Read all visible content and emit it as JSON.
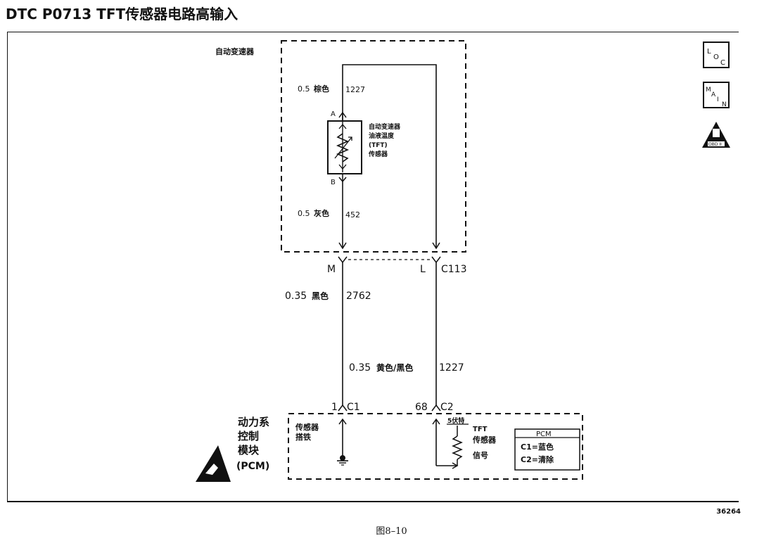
{
  "title": "DTC P0713 TFT传感器电路高输入",
  "figure_number": "36264",
  "caption": "图8–10",
  "transmission": {
    "label": "自动变速器",
    "upper_wire": {
      "size": "0.5",
      "color": "棕色",
      "circuit": "1227"
    },
    "pin_a": "A",
    "pin_b": "B",
    "lower_wire": {
      "size": "0.5",
      "color": "灰色",
      "circuit": "452"
    },
    "sensor_label": [
      "自动变速器",
      "油液温度",
      "(TFT)",
      "传感器"
    ]
  },
  "connector_c113": {
    "pin_m": "M",
    "pin_l": "L",
    "name": "C113"
  },
  "harness": {
    "left_wire": {
      "size": "0.35",
      "color": "黑色",
      "circuit": "2762"
    },
    "right_wire": {
      "size": "0.35",
      "color": "黄色/黑色",
      "circuit": "1227"
    }
  },
  "pcm": {
    "label": [
      "动力系",
      "控制",
      "模块",
      "(PCM)"
    ],
    "pin_left": {
      "pin": "1",
      "connector": "C1"
    },
    "pin_right": {
      "pin": "68",
      "connector": "C2"
    },
    "ground_label": [
      "传感器",
      "搭铁"
    ],
    "voltage": "5伏特",
    "signal_label": [
      "TFT",
      "传感器",
      "信号"
    ],
    "legend": {
      "title": "PCM",
      "lines": [
        "C1=蓝色",
        "C2=清除"
      ]
    }
  },
  "side_icons": {
    "loc": [
      "L",
      "O",
      "C"
    ],
    "main": [
      "M",
      "A",
      "I",
      "N"
    ],
    "obd": "OBD II"
  }
}
